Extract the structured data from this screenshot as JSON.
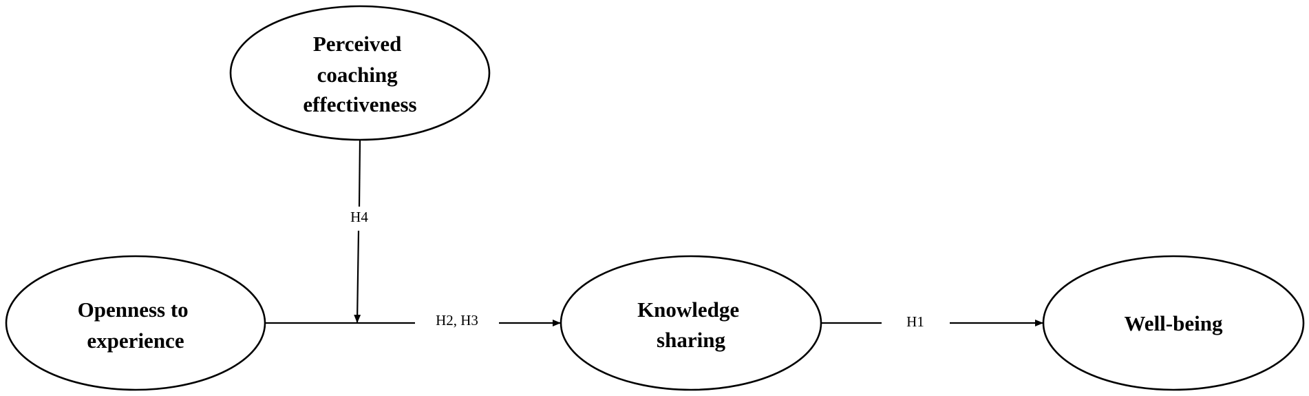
{
  "diagram": {
    "nodes": {
      "coaching": {
        "lines": [
          "Perceived",
          "coaching",
          "effectiveness"
        ]
      },
      "openness": {
        "lines": [
          "Openness to",
          "experience"
        ]
      },
      "knowledge": {
        "lines": [
          "Knowledge",
          "sharing"
        ]
      },
      "wellbeing": {
        "lines": [
          "Well-being"
        ]
      }
    },
    "edges": {
      "moderation": {
        "label": "H4"
      },
      "openness_to_knowledge": {
        "label": "H2, H3"
      },
      "knowledge_to_wellbeing": {
        "label": "H1"
      }
    }
  }
}
